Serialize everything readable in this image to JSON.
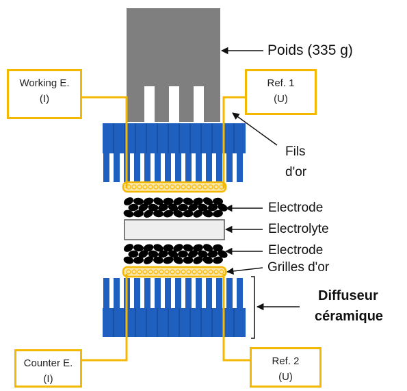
{
  "labels": {
    "weight": "Poids (335 g)",
    "gold_wires_line1": "Fils",
    "gold_wires_line2": "d'or",
    "electrode_top": "Electrode",
    "electrolyte": "Electrolyte",
    "electrode_bottom": "Electrode",
    "gold_grids": "Grilles d'or",
    "diffuser_line1": "Diffuseur",
    "diffuser_line2": "céramique"
  },
  "boxes": {
    "working": {
      "line1": "Working E.",
      "line2": "(I)"
    },
    "ref1": {
      "line1": "Ref. 1",
      "line2": "(U)"
    },
    "counter": {
      "line1": "Counter E.",
      "line2": "(I)"
    },
    "ref2": {
      "line1": "Ref. 2",
      "line2": "(U)"
    }
  },
  "colors": {
    "weight": "#7f7f7f",
    "diffuser": "#1f5fbf",
    "diffuser_dark": "#143f85",
    "gold": "#f5b800",
    "grid_fill": "#fbe6a8",
    "electrode": "#000000",
    "electrolyte": "#eeeeee"
  }
}
